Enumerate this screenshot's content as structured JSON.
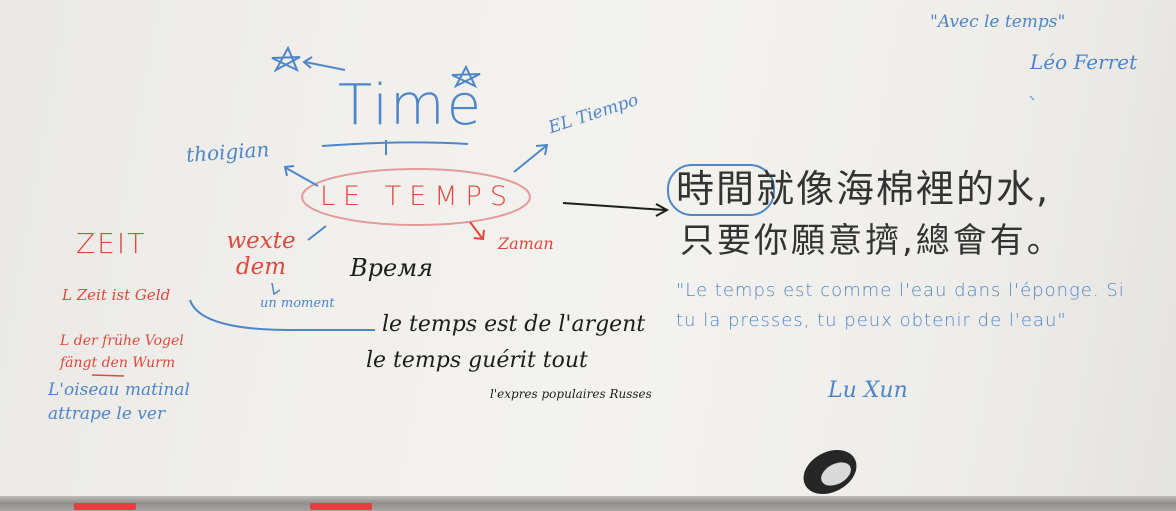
{
  "board": {
    "quote_title": "\"Avec le temps\"",
    "quote_author": "Léo Ferret",
    "time": "Time",
    "thoigian": "thoigian",
    "el_tiempo": "EL Tiempo",
    "le_temps": "LE TEMPS",
    "wexte_dem": "wexte dem",
    "zaman": "Zaman",
    "zeit": "ZEIT",
    "un_moment": "un moment",
    "vremya": "Время",
    "zeit_ist_geld": "L Zeit ist Geld",
    "der_fruhe_vogel": "L der frühe Vogel fängt den Wurm",
    "oiseau": "L'oiseau matinal attrape le ver",
    "proverb1": "le temps est de l'argent",
    "proverb2": "le temps guérit tout",
    "expression": "l'expres populaires Russes",
    "chinese_line1": "時間就像海棉裡的水,",
    "chinese_line2": "只要你願意擠,總會有。",
    "french_quote": "\"Le temps est comme l'eau dans l'éponge. Si tu la presses, tu peux obtenir de l'eau\"",
    "lu_xun": "Lu Xun"
  },
  "colors": {
    "blue": "#4f86c9",
    "red": "#e0483d",
    "black": "#1d1d1d"
  }
}
